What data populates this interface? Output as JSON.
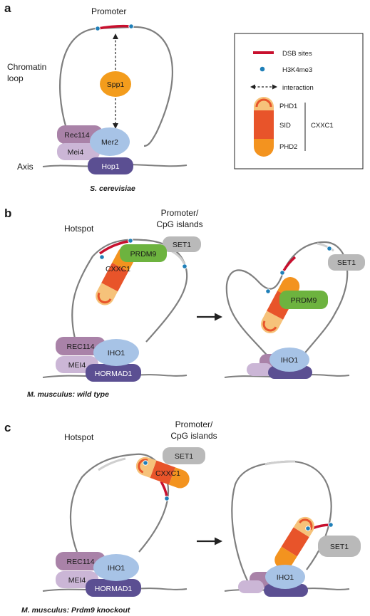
{
  "panels": {
    "a": {
      "letter": "a",
      "promoter": "Promoter",
      "chromatin_loop": [
        "Chromatin",
        "loop"
      ],
      "axis": "Axis",
      "spp1": "Spp1",
      "rec114": "Rec114",
      "mer2": "Mer2",
      "mei4": "Mei4",
      "hop1": "Hop1",
      "caption": "S. cerevisiae"
    },
    "b": {
      "letter": "b",
      "hotspot": "Hotspot",
      "promoter": [
        "Promoter/",
        "CpG islands"
      ],
      "prdm9": "PRDM9",
      "cxxc1": "CXXC1",
      "set1": "SET1",
      "rec114": "REC114",
      "iho1": "IHO1",
      "mei4": "MEI4",
      "hormad1": "HORMAD1",
      "right_set1": "SET1",
      "right_prdm9": "PRDM9",
      "right_iho1": "IHO1",
      "caption": "M. musculus: wild type"
    },
    "c": {
      "letter": "c",
      "hotspot": "Hotspot",
      "promoter": [
        "Promoter/",
        "CpG islands"
      ],
      "set1": "SET1",
      "cxxc1": "CXXC1",
      "rec114": "REC114",
      "iho1": "IHO1",
      "mei4": "MEI4",
      "hormad1": "HORMAD1",
      "right_set1": "SET1",
      "right_iho1": "IHO1",
      "caption": "M. musculus: Prdm9 knockout"
    }
  },
  "legend": {
    "dsb": "DSB sites",
    "h3k4me3": "H3K4me3",
    "interaction": "interaction",
    "phd1": "PHD1",
    "sid": "SID",
    "phd2": "PHD2",
    "cxxc1": "CXXC1"
  },
  "colors": {
    "dsb_red": "#c8102e",
    "h3k4me3_blue": "#1f7fb8",
    "loop_gray": "#7f7f7f",
    "promoter_lightgray": "#cfcfcf",
    "spp1_orange": "#f39c1c",
    "phd1_light": "#f6c27a",
    "sid_redorange": "#e8542a",
    "phd2_orange": "#f3931f",
    "rec114_purple": "#a982a8",
    "mei4_lavender": "#cbb6d6",
    "mer2_blue": "#a7c3e6",
    "hop1_navy": "#5b4f92",
    "prdm9_green": "#6db33f",
    "set1_gray": "#b9b9b9"
  }
}
